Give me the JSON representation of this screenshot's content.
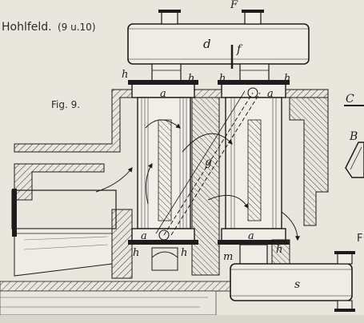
{
  "caption": {
    "heading": "Hohlfeld.",
    "note": "(9 u.10)",
    "figure": "Fig. 9."
  },
  "labels": {
    "F": "F",
    "d": "d",
    "f": "f",
    "h": "h",
    "a": "a",
    "g": "g",
    "m": "m",
    "s": "s",
    "C": "C",
    "B": "B",
    "edge_F": "F"
  },
  "colors": {
    "paper": "#e9e6de",
    "ink": "#1c1c1c",
    "hatch": "#3a3a3a"
  }
}
